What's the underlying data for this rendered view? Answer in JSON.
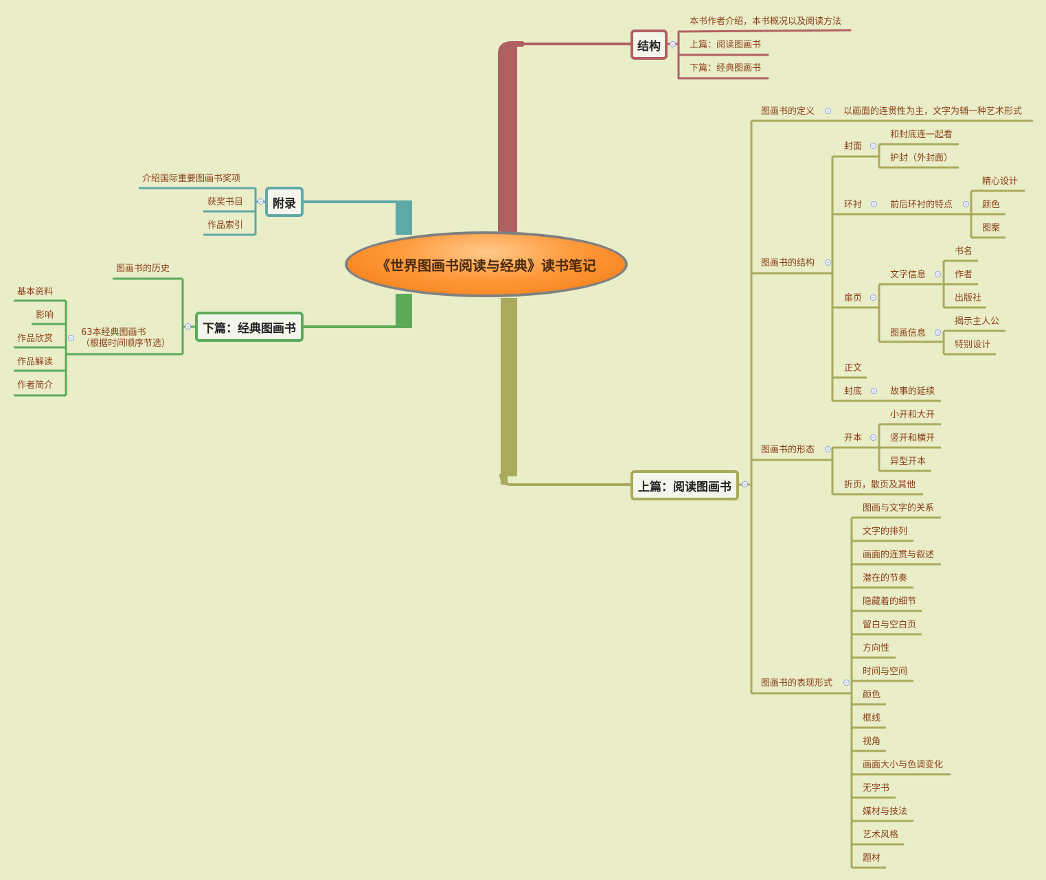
{
  "center": "《世界图画书阅读与经典》读书笔记",
  "branches": {
    "jiegou": {
      "title": "结构",
      "items": [
        "本书作者介绍，本书概况以及阅读方法",
        "上篇：阅读图画书",
        "下篇：经典图画书"
      ]
    },
    "fulu": {
      "title": "附录",
      "items": [
        "介绍国际重要图画书奖项",
        "获奖书目",
        "作品索引"
      ]
    },
    "xiapian": {
      "title": "下篇：经典图画书",
      "history": "图画书的历史",
      "classic": "63本经典图画书\n（根据时间顺序节选）",
      "classic_items": [
        "基本资料",
        "影响",
        "作品欣赏",
        "作品解读",
        "作者简介"
      ]
    },
    "shangpian": {
      "title": "上篇：阅读图画书",
      "definition": {
        "label": "图画书的定义",
        "value": "以画面的连贯性为主，文字为辅一种艺术形式"
      },
      "structure": {
        "label": "图画书的结构",
        "cover": {
          "label": "封面",
          "items": [
            "和封底连一起看",
            "护封（外封面）"
          ]
        },
        "endpaper": {
          "label": "环衬",
          "sub": "前后环衬的特点",
          "items": [
            "精心设计",
            "颜色",
            "图案"
          ]
        },
        "titlepage": {
          "label": "扉页",
          "text_info": {
            "label": "文字信息",
            "items": [
              "书名",
              "作者",
              "出版社"
            ]
          },
          "image_info": {
            "label": "图画信息",
            "items": [
              "揭示主人公",
              "特别设计"
            ]
          }
        },
        "body": "正文",
        "backcover": {
          "label": "封底",
          "item": "故事的延续"
        }
      },
      "form": {
        "label": "图画书的形态",
        "format": {
          "label": "开本",
          "items": [
            "小开和大开",
            "竖开和横开",
            "异型开本"
          ]
        },
        "fold": "折页，散页及其他"
      },
      "expression": {
        "label": "图画书的表现形式",
        "items": [
          "图画与文字的关系",
          "文字的排列",
          "画面的连贯与叙述",
          "潜在的节奏",
          "隐藏着的细节",
          "留白与空白页",
          "方向性",
          "时间与空间",
          "颜色",
          "框线",
          "视角",
          "画面大小与色调变化",
          "无字书",
          "媒材与技法",
          "艺术风格",
          "题材"
        ]
      }
    }
  },
  "colors": {
    "jiegou": "#b06060",
    "fulu": "#5fa8a8",
    "xiapian": "#5caa5a",
    "shangpian": "#a9aa5c",
    "text": "#8a3e16",
    "background": "#e9edc8"
  }
}
